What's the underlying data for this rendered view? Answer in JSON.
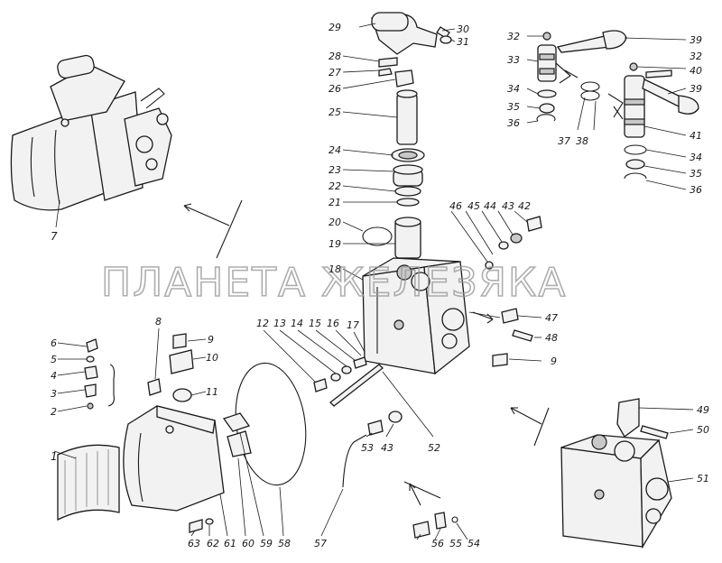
{
  "watermark": "ПЛАНЕТА ЖЕЛЕЗЯКА",
  "labels": {
    "p1": "1",
    "p2": "2",
    "p3": "3",
    "p4": "4",
    "p5": "5",
    "p6": "6",
    "p7": "7",
    "p8": "8",
    "p9a": "9",
    "p9b": "9",
    "p10": "10",
    "p11": "11",
    "p12": "12",
    "p13": "13",
    "p14": "14",
    "p15": "15",
    "p16": "16",
    "p17": "17",
    "p18": "18",
    "p19": "19",
    "p20": "20",
    "p21": "21",
    "p22": "22",
    "p23": "23",
    "p24": "24",
    "p25": "25",
    "p26": "26",
    "p27": "27",
    "p28": "28",
    "p29": "29",
    "p30": "30",
    "p31": "31",
    "p32a": "32",
    "p32b": "32",
    "p33": "33",
    "p34a": "34",
    "p34b": "34",
    "p35a": "35",
    "p35b": "35",
    "p36a": "36",
    "p36b": "36",
    "p37": "37",
    "p38": "38",
    "p39a": "39",
    "p39b": "39",
    "p40": "40",
    "p41": "41",
    "p42": "42",
    "p43a": "43",
    "p43b": "43",
    "p44": "44",
    "p45": "45",
    "p46": "46",
    "p47": "47",
    "p48": "48",
    "p49": "49",
    "p50": "50",
    "p51": "51",
    "p52": "52",
    "p53": "53",
    "p54": "54",
    "p55": "55",
    "p56": "56",
    "p57": "57",
    "p58": "58",
    "p59": "59",
    "p60": "60",
    "p61": "61",
    "p62": "62",
    "p63": "63"
  }
}
